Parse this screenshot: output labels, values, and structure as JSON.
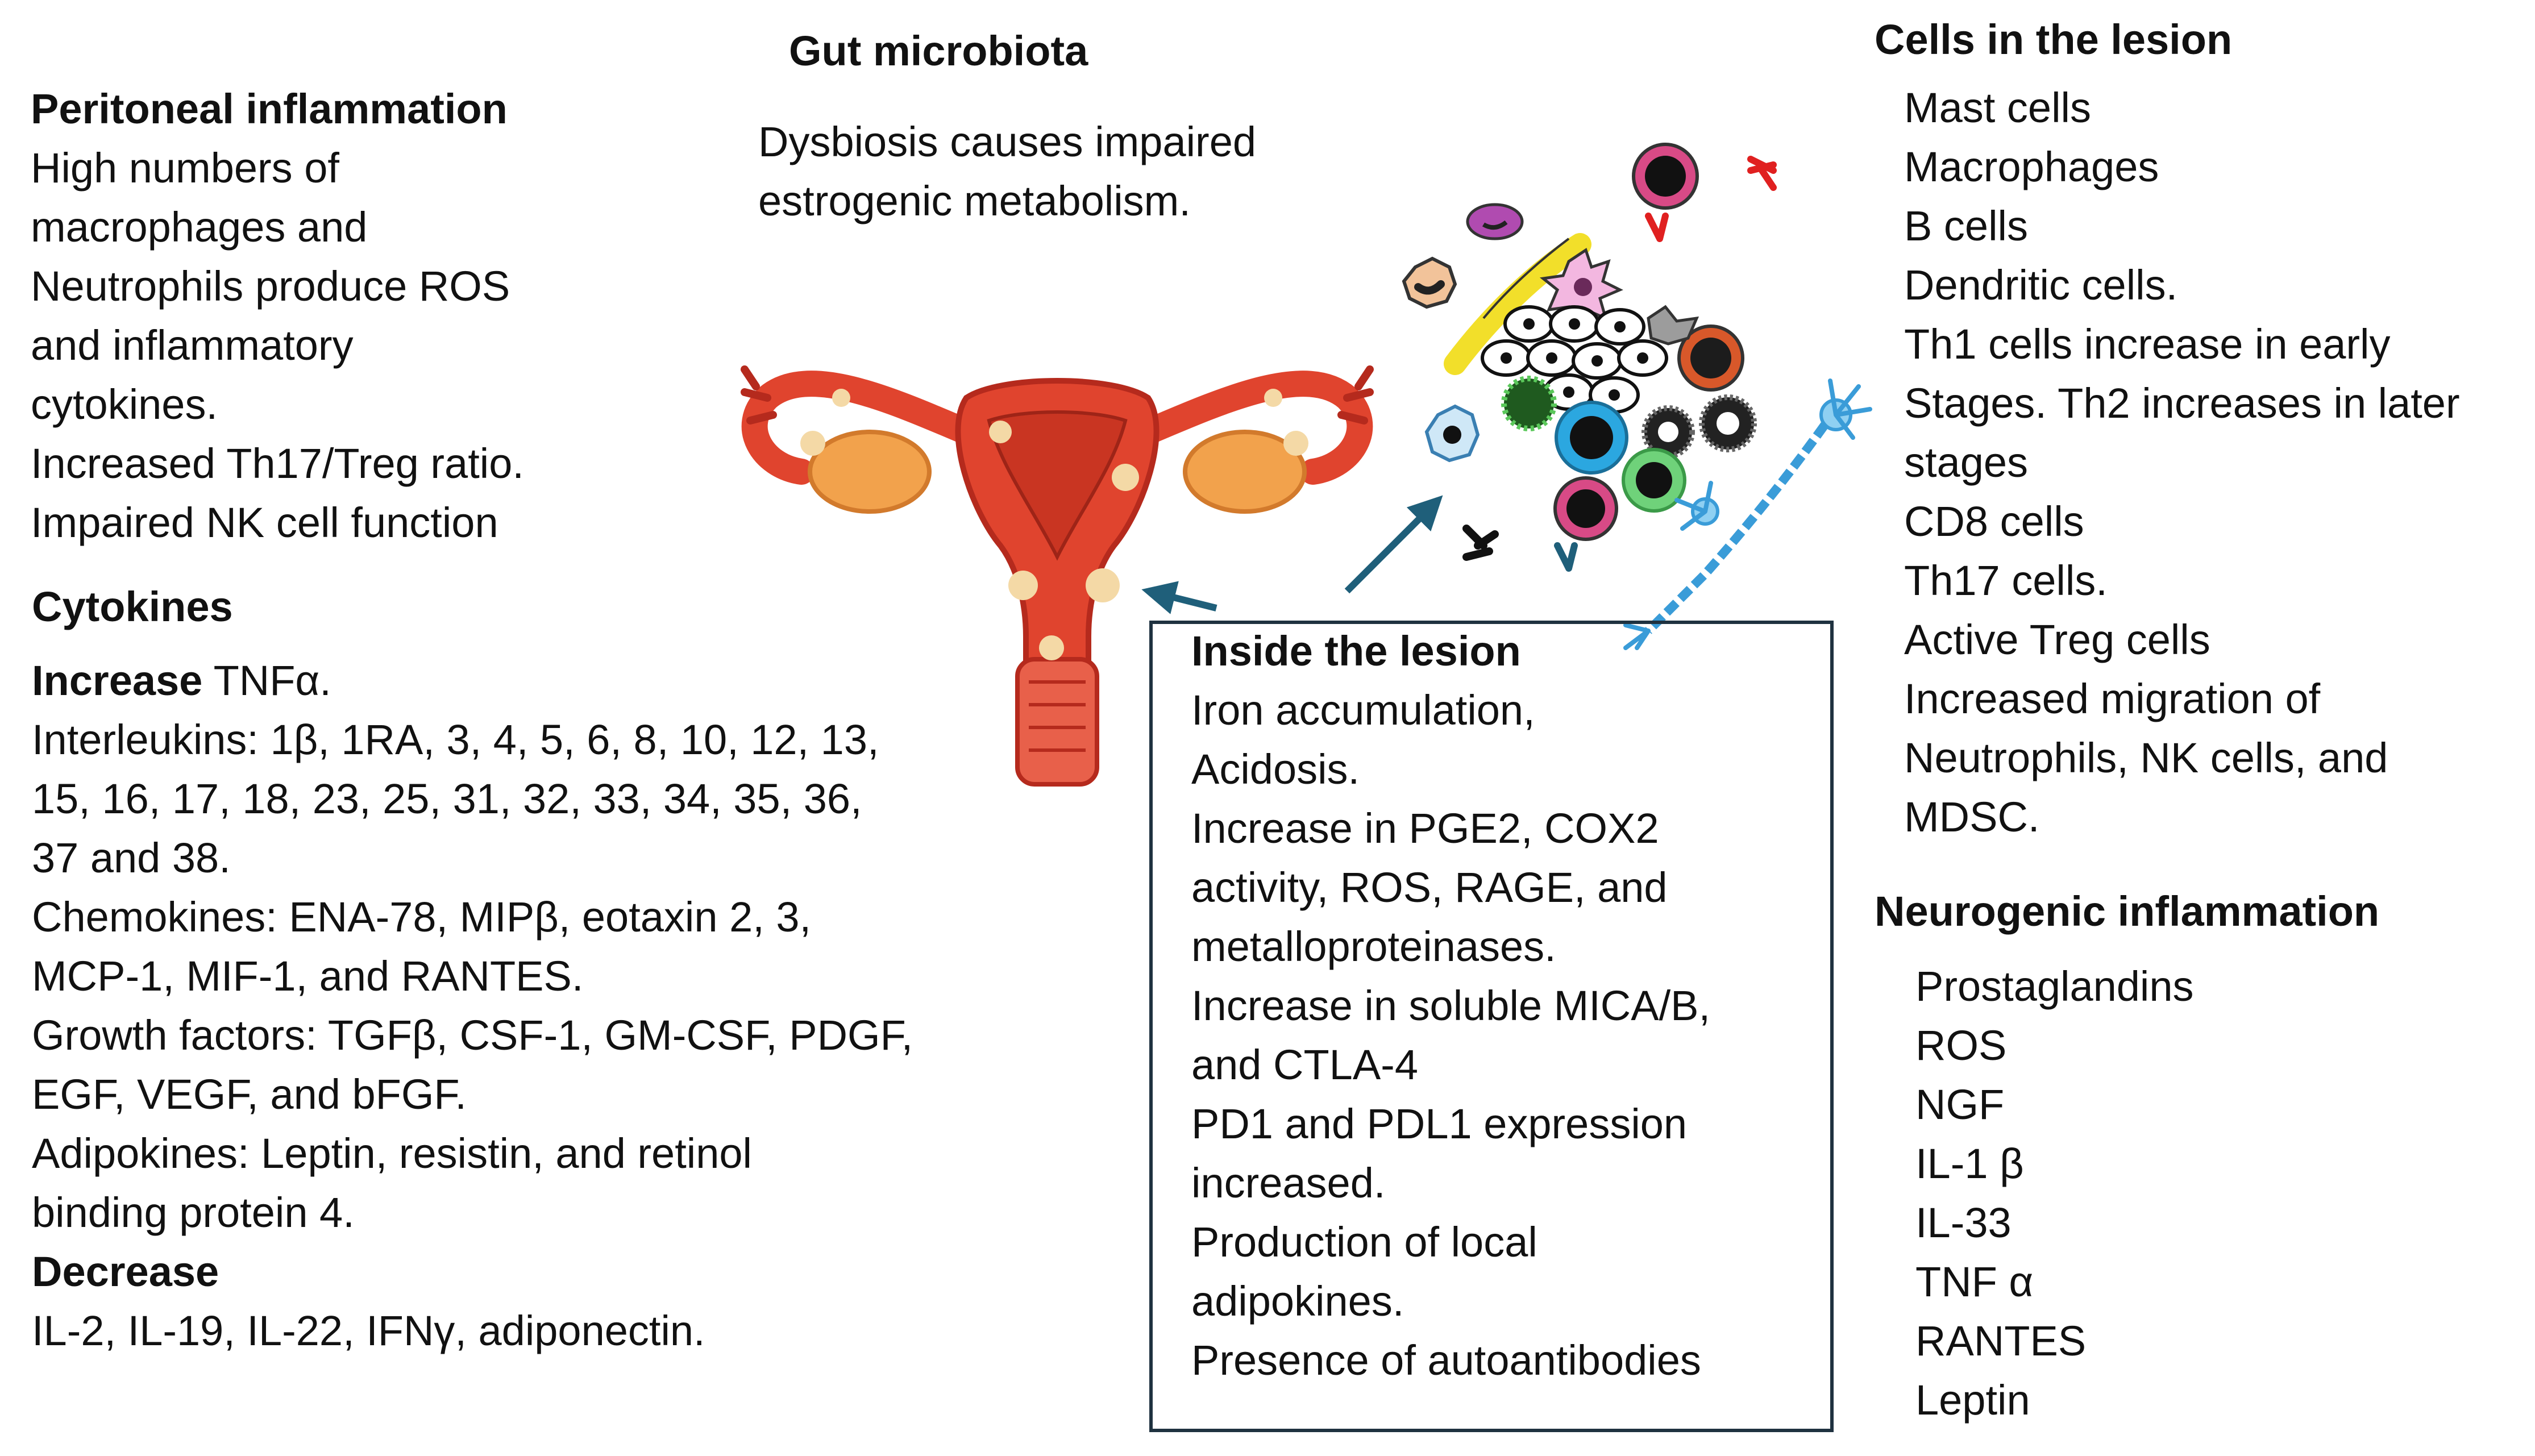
{
  "gut": {
    "heading": "Gut microbiota",
    "lines": [
      "Dysbiosis causes impaired",
      "estrogenic metabolism."
    ]
  },
  "peritoneal": {
    "heading": "Peritoneal  inflammation",
    "lines": [
      "High numbers of",
      "macrophages and",
      "Neutrophils produce ROS",
      "and inflammatory",
      "cytokines.",
      "Increased Th17/Treg ratio.",
      "Impaired NK cell function"
    ]
  },
  "cytokines": {
    "heading": "Cytokines",
    "increase_label": "Increase",
    "increase_text": " TNFα.",
    "lines": [
      "Interleukins: 1β, 1RA, 3, 4, 5, 6, 8, 10, 12, 13,",
      "15, 16, 17,  18, 23, 25, 31, 32, 33, 34, 35,  36,",
      "37 and 38.",
      "Chemokines: ENA-78, MIPβ,  eotaxin 2, 3,",
      "MCP-1, MIF-1, and RANTES.",
      "Growth factors: TGFβ, CSF-1, GM-CSF, PDGF,",
      "EGF, VEGF, and bFGF.",
      "Adipokines: Leptin, resistin, and retinol",
      "binding protein 4."
    ],
    "decrease_label": "Decrease",
    "decrease_text": "IL-2, IL-19, IL-22, IFNγ, adiponectin."
  },
  "inside_lesion": {
    "heading": "Inside the lesion",
    "lines": [
      "Iron accumulation,",
      "Acidosis.",
      "Increase in PGE2, COX2",
      "activity, ROS, RAGE, and",
      "metalloproteinases.",
      "Increase in soluble MICA/B,",
      "and CTLA-4",
      "PD1 and PDL1 expression",
      "increased.",
      "Production of local",
      "adipokines.",
      "Presence of autoantibodies"
    ]
  },
  "cells": {
    "heading": "Cells in the lesion",
    "lines": [
      "Mast cells",
      "Macrophages",
      "B cells",
      "Dendritic cells.",
      "Th1 cells increase in early",
      "Stages. Th2 increases in later",
      "stages",
      "CD8 cells",
      "Th17 cells.",
      "Active Treg cells",
      "Increased migration of",
      "Neutrophils, NK cells, and",
      "MDSC."
    ]
  },
  "neurogenic": {
    "heading": "Neurogenic inflammation",
    "lines": [
      "Prostaglandins",
      "ROS",
      "NGF",
      "IL-1 β",
      "IL-33",
      "TNF α",
      "RANTES",
      "Leptin"
    ]
  },
  "colors": {
    "text": "#111111",
    "arrow": "#1f5f7a",
    "box_border": "#1f3240",
    "uterus": "#e0442e",
    "uterus_dark": "#b52a1d",
    "ovary": "#f2a24c",
    "lesion_spot": "#f4d9a6"
  },
  "icons": [
    "uterus-illustration",
    "immune-cell-cluster",
    "neuron-icon",
    "antibody-icon"
  ]
}
